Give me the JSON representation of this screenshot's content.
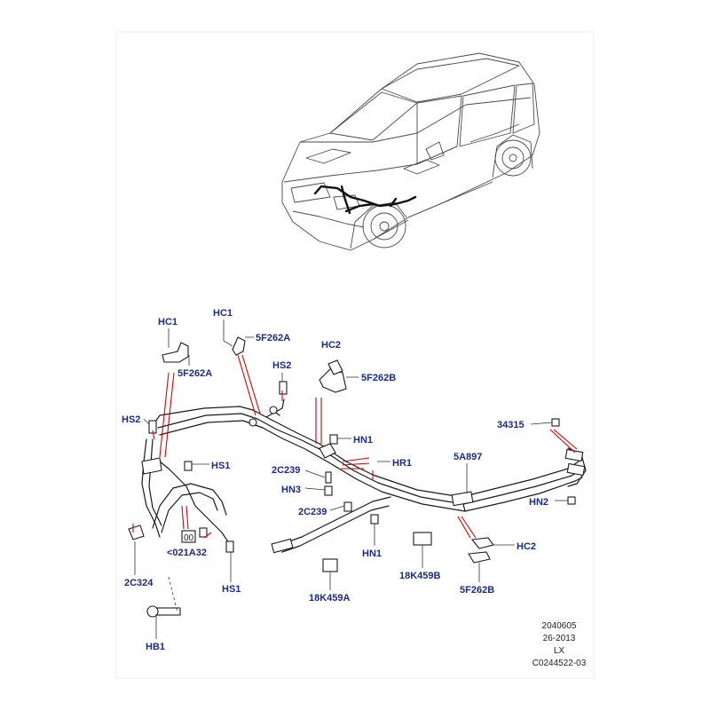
{
  "labels": {
    "hc1_left": "HC1",
    "hc1_mid": "HC1",
    "f262a_left": "5F262A",
    "f262a_mid": "5F262A",
    "hs2_top": "HS2",
    "hc2_top": "HC2",
    "f262b_top": "5F262B",
    "hs2_left": "HS2",
    "hn1_top": "HN1",
    "hr1": "HR1",
    "hs1_left": "HS1",
    "c239_a": "2C239",
    "hn3": "HN3",
    "c239_b": "2C239",
    "p34315": "34315",
    "p5a897": "5A897",
    "hn2": "HN2",
    "hc2_bottom": "HC2",
    "f262b_bottom": "5F262B",
    "a32": "<021A32",
    "c324": "2C324",
    "hs1_bottom": "HS1",
    "hn1_bottom": "HN1",
    "k459b": "18K459B",
    "k459a": "18K459A",
    "hb1": "HB1",
    "badge_text": "00"
  },
  "codes": {
    "line1": "2040605",
    "line2": "26-2013",
    "line3": "LX",
    "line4": "C0244522-03"
  }
}
